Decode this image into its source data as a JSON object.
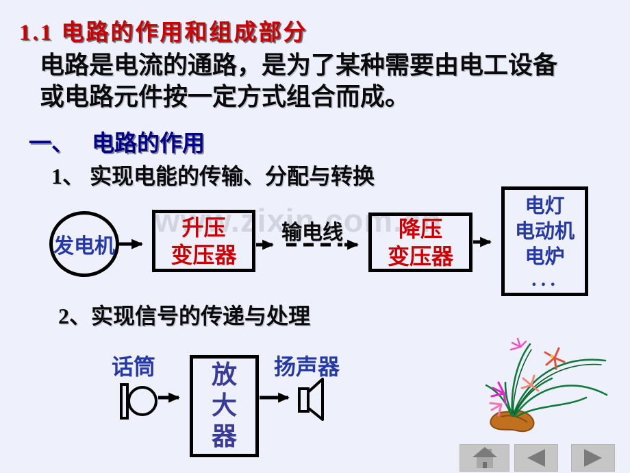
{
  "slide": {
    "background_color": "#eef1fb",
    "watermark_text": "www.zixin.com.cn",
    "title": "1.1 电路的作用和组成部分",
    "title_color": "#cc0000",
    "intro_line1": "电路是电流的通路，是为了某种需要由电工设备",
    "intro_line2": "或电路元件按一定方式组合而成。",
    "section_heading_num": "一、",
    "section_heading_text": "电路的作用",
    "section_heading_color": "#00008b",
    "point1": "1、 实现电能的传输、分配与转换",
    "point2": "2、实现信号的传递与处理"
  },
  "diagram_power": {
    "generator_label": "发电机",
    "generator_label_color": "#2438a6",
    "step_up_line1": "升压",
    "step_up_line2": "变压器",
    "step_down_line1": "降压",
    "step_down_line2": "变压器",
    "transformer_text_color": "#cc0000",
    "transmission_label": "输电线",
    "loads": [
      "电灯",
      "电动机",
      "电炉",
      "···"
    ],
    "loads_color": "#2438a6"
  },
  "diagram_signal": {
    "microphone_label": "话筒",
    "speaker_label": "扬声器",
    "labels_color": "#2438a6",
    "amplifier_char1": "放",
    "amplifier_char2": "大",
    "amplifier_char3": "器",
    "amplifier_text_color": "#3a3a99"
  },
  "nav": {
    "button_color": "#c6c6c6",
    "icon_color": "#7b7b7b",
    "buttons": [
      {
        "name": "home",
        "icon": "home-icon"
      },
      {
        "name": "previous",
        "icon": "previous-arrow-icon"
      },
      {
        "name": "next",
        "icon": "next-arrow-icon"
      }
    ]
  }
}
